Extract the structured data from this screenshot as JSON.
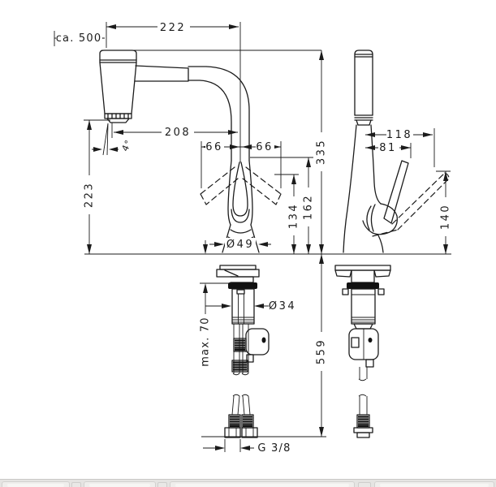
{
  "dims": {
    "d222": "222",
    "ca500": "ca. 500",
    "d208": "208",
    "d66_left": "66",
    "d66_right": "66",
    "d223": "223",
    "deg4": "4°",
    "d134": "134",
    "d162": "162",
    "d335": "335",
    "dia49": "Ø49",
    "dia34": "Ø34",
    "max70": "max. 70",
    "d559": "559",
    "g38": "G 3/8",
    "d118": "118",
    "d81": "81",
    "d140": "140"
  },
  "colors": {
    "line": "#1b1b1b",
    "background": "#ffffff",
    "seal_black": "#111111",
    "strip_background": "#e5e4e2",
    "strip_card": "#efeeec"
  }
}
